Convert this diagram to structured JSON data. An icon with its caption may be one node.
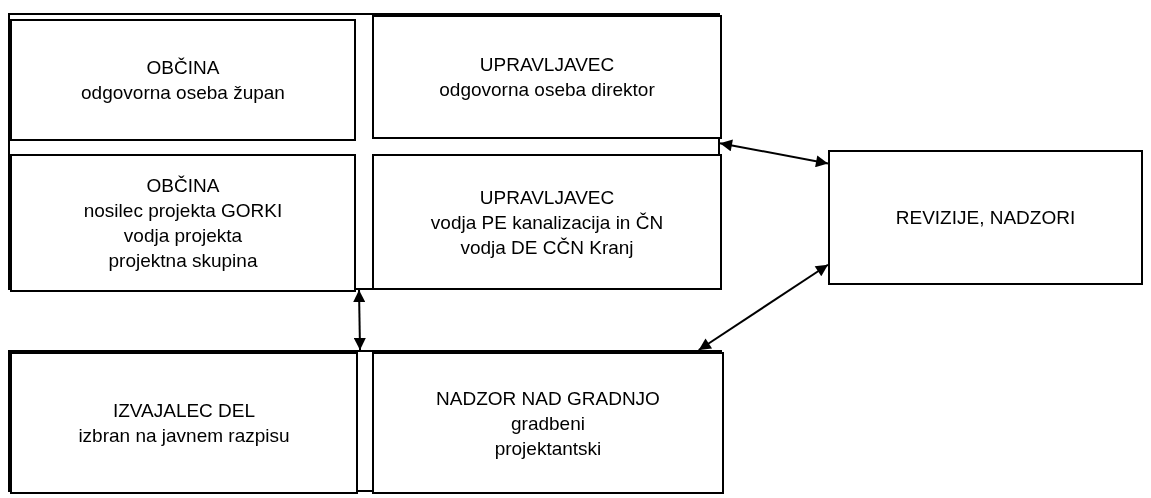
{
  "diagram": {
    "nodes": [
      {
        "text": [],
        "shape": "box"
      },
      {
        "text": [
          "OBČINA",
          "odgovorna oseba župan"
        ],
        "in": 0
      },
      {
        "text": [
          "UPRAVLJAVEC",
          "odgovorna oseba direktor"
        ],
        "in": 0
      },
      {
        "text": [
          "OBČINA",
          "nosilec projekta GORKI",
          "vodja projekta",
          "projektna skupina"
        ],
        "in": 0
      },
      {
        "text": [
          "UPRAVLJAVEC",
          "vodja PE kanalizacija in ČN",
          "vodja DE CČN Kranj"
        ],
        "in": 0
      },
      {
        "text": [],
        "shape": "box"
      },
      {
        "text": [
          "IZVAJALEC DEL",
          "izbran na javnem razpisu"
        ],
        "in": 5
      },
      {
        "text": [
          "NADZOR NAD GRADNJO",
          "gradbeni",
          "projektantski"
        ],
        "in": 5
      },
      {
        "text": [
          "REVIZIJE, NADZORI"
        ]
      }
    ],
    "edges": [
      {
        "from": 0,
        "to": 8,
        "arrow": "both"
      },
      {
        "from": 0,
        "to": 5,
        "arrow": "both"
      },
      {
        "from": 7,
        "to": 8,
        "arrow": "both"
      }
    ]
  }
}
